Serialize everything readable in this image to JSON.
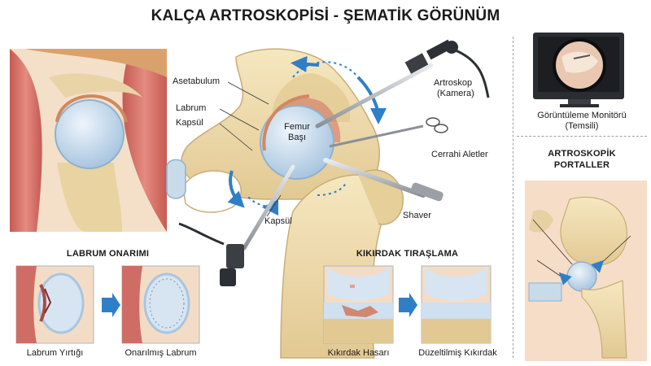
{
  "title": "KALÇA ARTROSKOPİSİ - ŞEMATİK GÖRÜNÜM",
  "labels": {
    "asetabulum": "Asetabulum",
    "labrum": "Labrum",
    "kapsul_top": "Kapsül",
    "femur_line1": "Femur",
    "femur_line2": "Başı",
    "kapsul_bottom": "Kapsül",
    "artroskop_line1": "Artroskop",
    "artroskop_line2": "(Kamera)",
    "cerrahi": "Cerrahi Aletler",
    "shaver": "Shaver"
  },
  "monitor": {
    "caption_line1": "Görüntüleme Monitörü",
    "caption_line2": "(Temsili)"
  },
  "portals": {
    "title_line1": "ARTROSKOPİK",
    "title_line2": "PORTALLER"
  },
  "labrum_repair": {
    "title": "LABRUM ONARIMI",
    "before": "Labrum Yırtığı",
    "after": "Onarılmış Labrum"
  },
  "cartilage": {
    "title": "KIKIRDAK TIRAŞLAMA",
    "before": "Kıkırdak Hasarı",
    "after": "Düzeltilmiş Kıkırdak"
  },
  "colors": {
    "bone": "#efdcae",
    "cartilage": "#cfe0f0",
    "muscle": "#cf6d64",
    "arrow": "#2f7fc8",
    "skin": "#f3d9c3"
  }
}
